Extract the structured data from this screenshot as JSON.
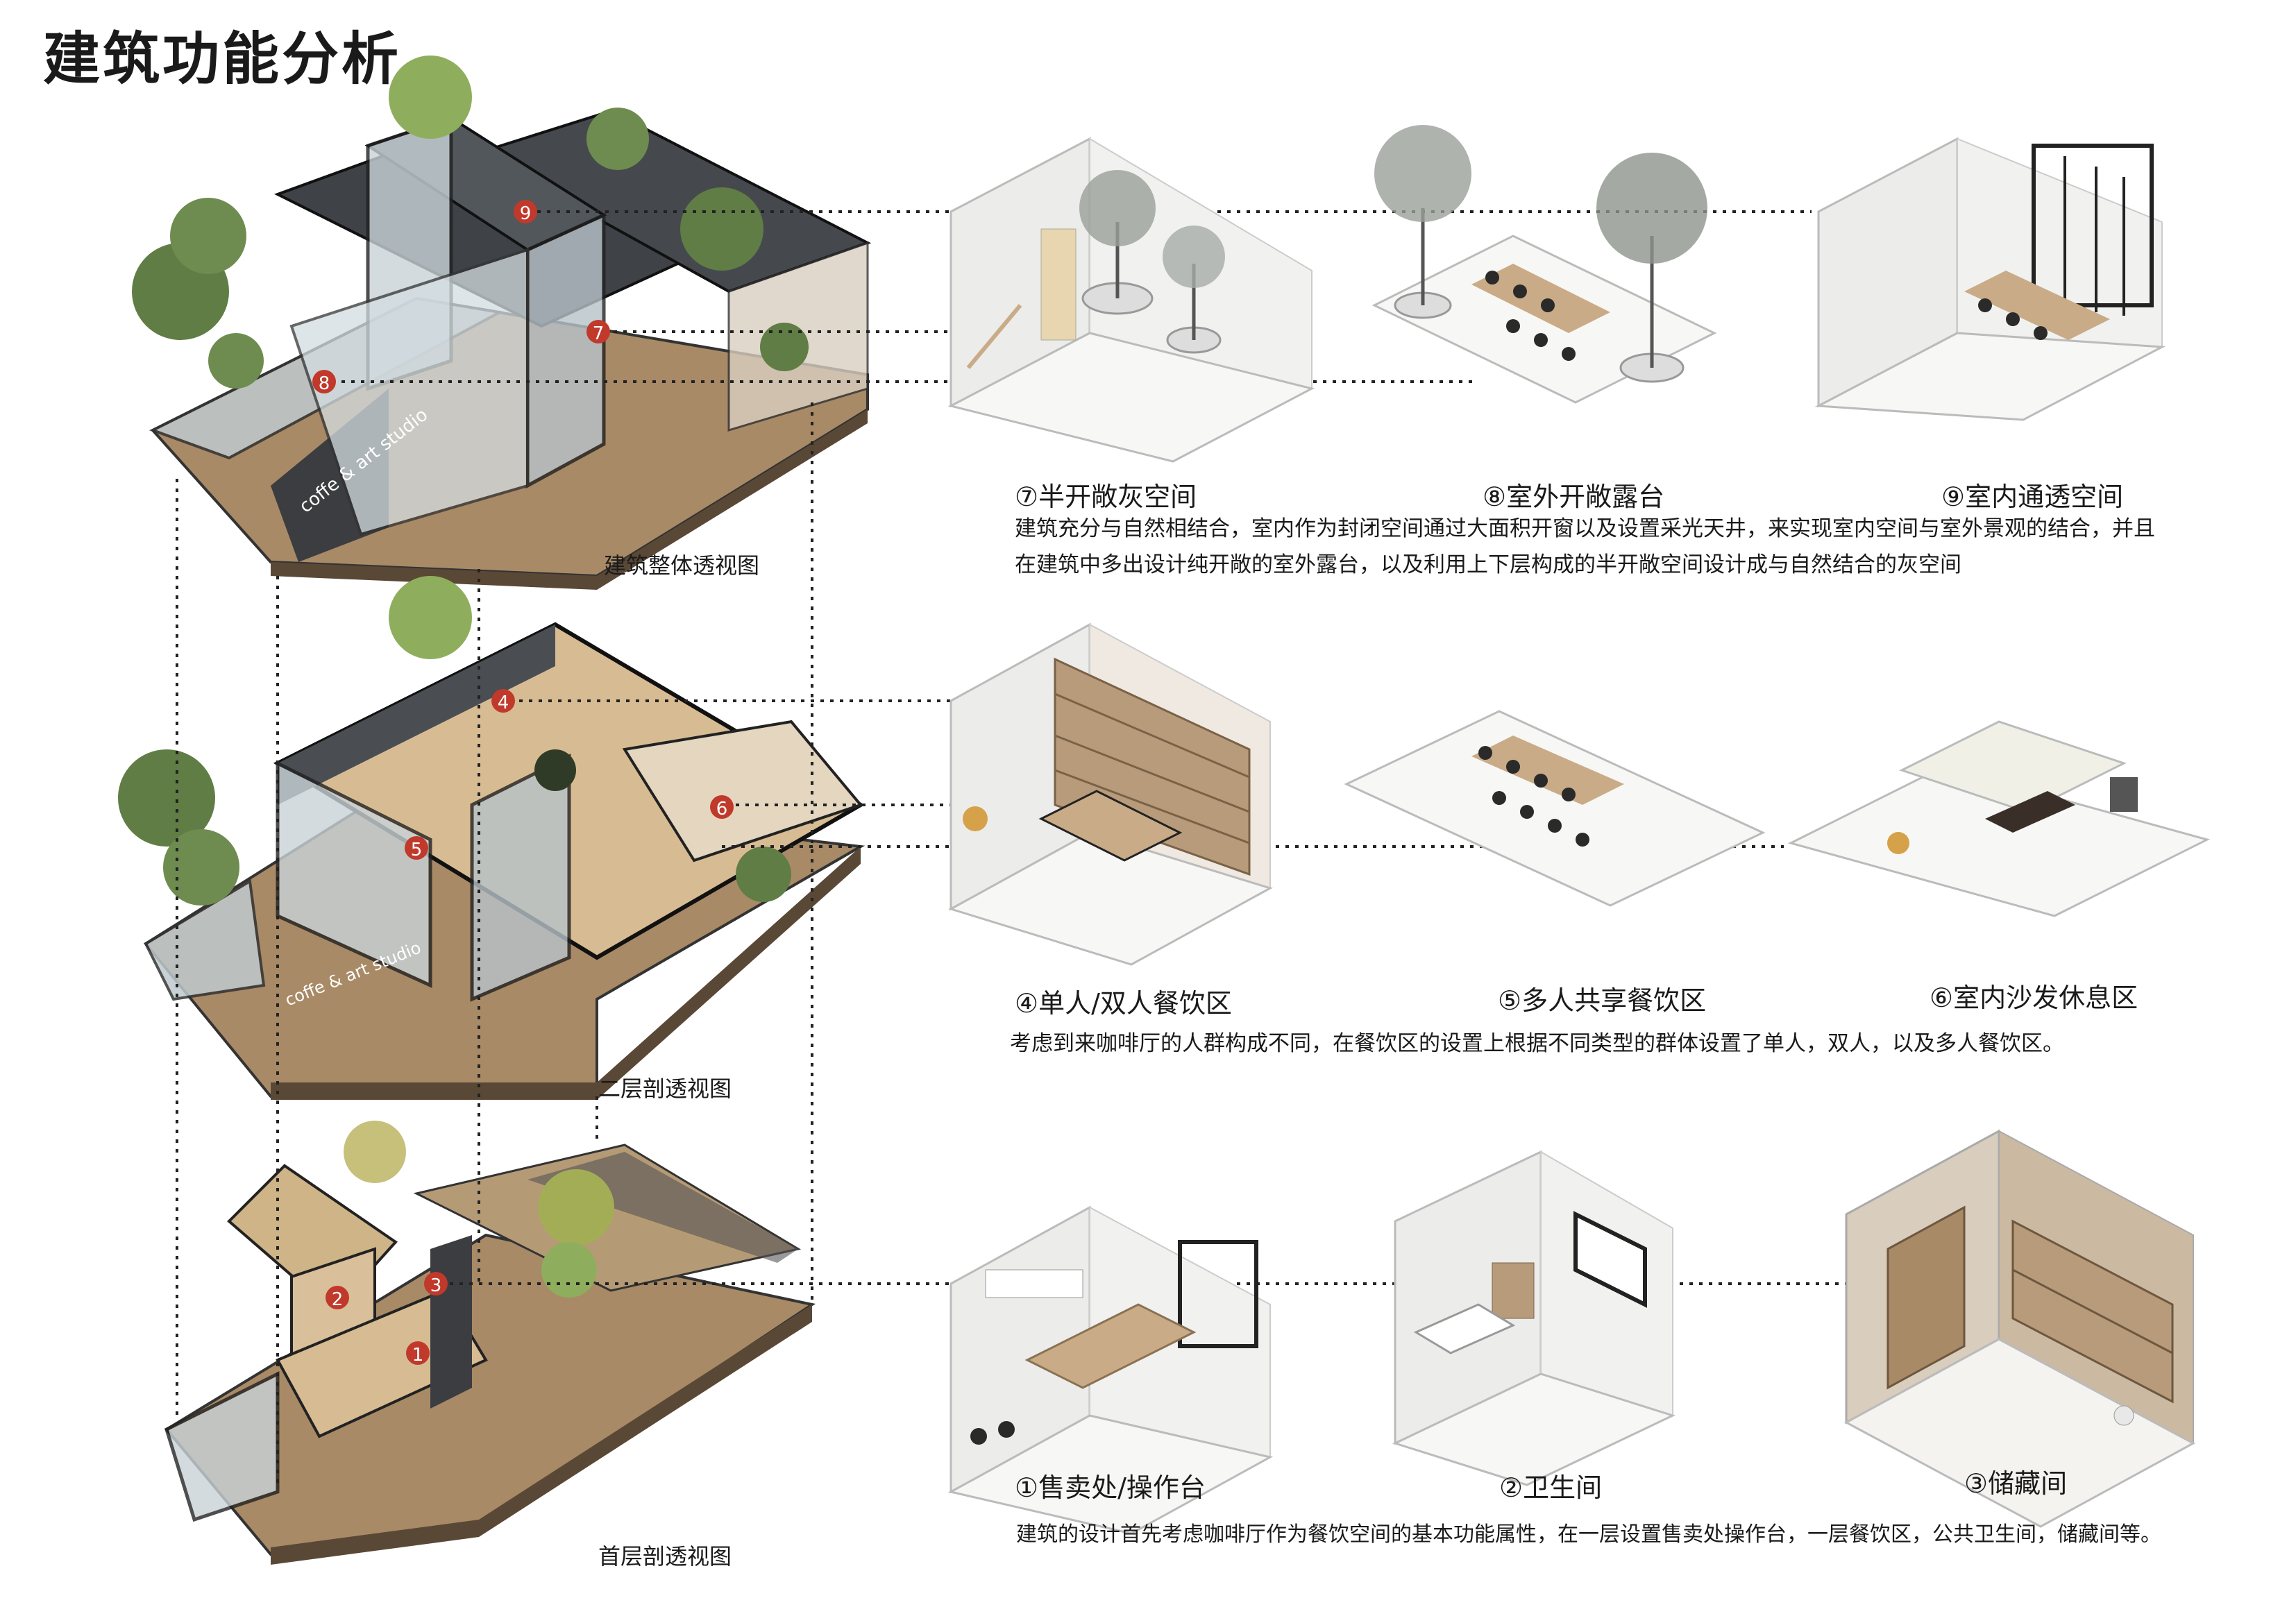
{
  "title": "建筑功能分析",
  "views": [
    {
      "id": "overall",
      "caption": "建筑整体透视图",
      "sign": "coffe & art studio"
    },
    {
      "id": "second",
      "caption": "二层剖透视图",
      "sign": "coffe & art studio"
    },
    {
      "id": "ground",
      "caption": "首层剖透视图"
    }
  ],
  "rows": [
    {
      "rooms": [
        {
          "num": "7",
          "label": "⑦半开敞灰空间"
        },
        {
          "num": "8",
          "label": "⑧室外开敞露台"
        },
        {
          "num": "9",
          "label": "⑨室内通透空间"
        }
      ],
      "desc": [
        "建筑充分与自然相结合，室内作为封闭空间通过大面积开窗以及设置采光天井，来实现室内空间与室外景观的结合，并且",
        "在建筑中多出设计纯开敞的室外露台，以及利用上下层构成的半开敞空间设计成与自然结合的灰空间"
      ]
    },
    {
      "rooms": [
        {
          "num": "4",
          "label": "④单人/双人餐饮区"
        },
        {
          "num": "5",
          "label": "⑤多人共享餐饮区"
        },
        {
          "num": "6",
          "label": "⑥室内沙发休息区"
        }
      ],
      "desc": [
        "考虑到来咖啡厅的人群构成不同，在餐饮区的设置上根据不同类型的群体设置了单人，双人，以及多人餐饮区。"
      ]
    },
    {
      "rooms": [
        {
          "num": "1",
          "label": "①售卖处/操作台"
        },
        {
          "num": "2",
          "label": "②卫生间"
        },
        {
          "num": "3",
          "label": "③储藏间"
        }
      ],
      "desc": [
        "建筑的设计首先考虑咖啡厅作为餐饮空间的基本功能属性，在一层设置售卖处操作台，一层餐饮区，公共卫生间，储藏间等。"
      ]
    }
  ],
  "colors": {
    "badge": "#c0392b",
    "roof": "#3f4348",
    "deck": "#a88a66",
    "deck_dark": "#7a6247",
    "glass": "#c9d3d8",
    "tree": "#5f7d45",
    "tree_light": "#8fae5d",
    "wall": "#ececea",
    "floor": "#f7f7f5",
    "wood_furniture": "#c9ab87",
    "chair": "#2a2a2a",
    "leader": "#222222"
  }
}
